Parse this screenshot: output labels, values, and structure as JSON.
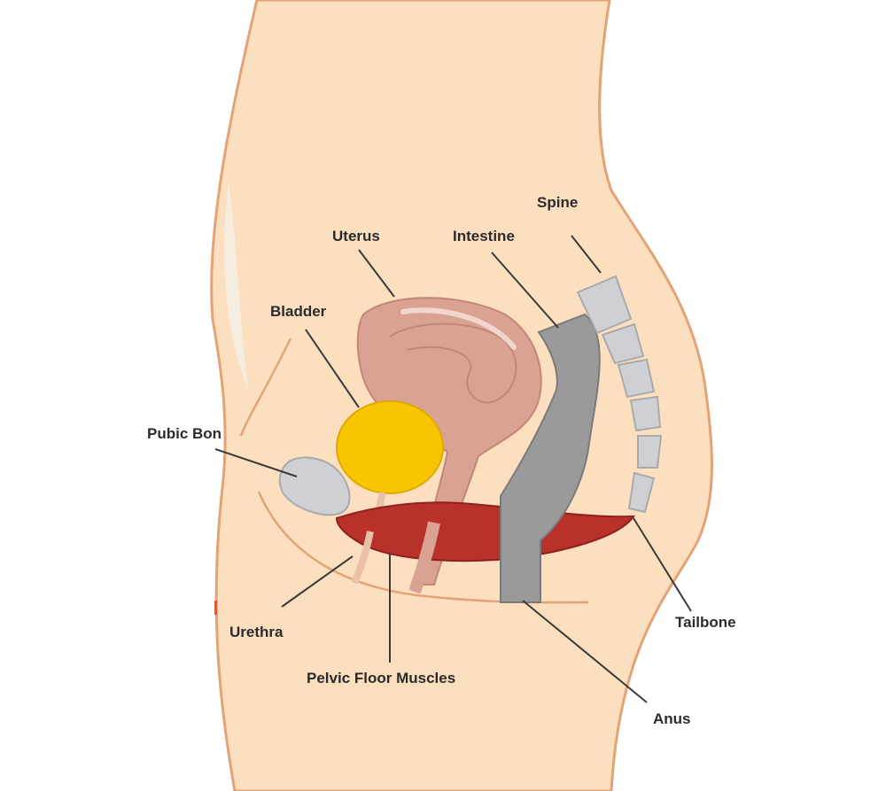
{
  "labels": {
    "spine": "Spine",
    "uterus": "Uterus",
    "intestine": "Intestine",
    "bladder": "Bladder",
    "pubic_bone": "Pubic Bon",
    "tailbone": "Tailbone",
    "urethra": "Urethra",
    "pelvic_floor": "Pelvic Floor Muscles",
    "anus": "Anus"
  },
  "colors": {
    "skin": "#fbdfbf",
    "skin_outline": "#e2a476",
    "bladder": "#f7c600",
    "uterus": "#d9a292",
    "muscle": "#b8322b",
    "intestine": "#9a9a9a",
    "bone": "#cfd0d3",
    "leader_line": "#3a3a3a"
  }
}
